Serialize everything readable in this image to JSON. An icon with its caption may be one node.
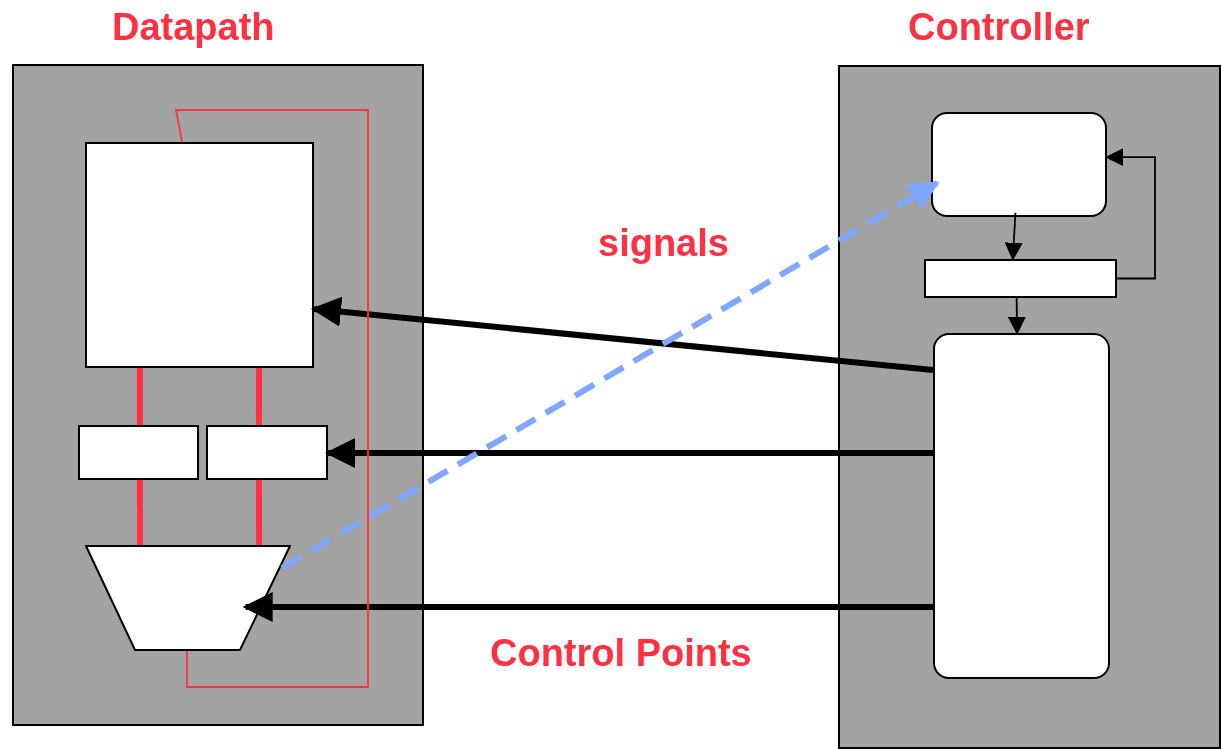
{
  "diagram": {
    "nodes": [
      {
        "text": [
          "Datapath"
        ]
      },
      {
        "text": [
          "Controller"
        ]
      },
      {
        "text": [],
        "shape": "box",
        "in": 0
      },
      {
        "text": [],
        "shape": "box",
        "in": 0
      },
      {
        "text": [],
        "shape": "box",
        "in": 0
      },
      {
        "text": [],
        "shape": "trapezoid",
        "in": 0
      },
      {
        "text": [],
        "shape": "box",
        "in": 1
      },
      {
        "text": [],
        "shape": "bar",
        "in": 1
      },
      {
        "text": [],
        "shape": "box",
        "in": 1
      }
    ],
    "edges": [
      {
        "from": 8,
        "to": 2,
        "arrow": "to"
      },
      {
        "from": 8,
        "to": 4,
        "arrow": "to"
      },
      {
        "from": 8,
        "to": 5,
        "arrow": "to"
      },
      {
        "from": 5,
        "to": 6,
        "arrow": "to",
        "style": "dashed",
        "color": "#7fa7ff",
        "label": "signals"
      },
      {
        "from": 6,
        "to": 7,
        "arrow": "to"
      },
      {
        "from": 7,
        "to": 8,
        "arrow": "to"
      },
      {
        "from": 7,
        "to": 6,
        "arrow": "to"
      },
      {
        "from": 2,
        "to": 3,
        "arrow": "none",
        "color": "#ff3040"
      },
      {
        "from": 2,
        "to": 4,
        "arrow": "none",
        "color": "#ff3040"
      },
      {
        "from": 3,
        "to": 5,
        "arrow": "none",
        "color": "#ff3040"
      },
      {
        "from": 4,
        "to": 5,
        "arrow": "none",
        "color": "#ff3040"
      },
      {
        "from": 5,
        "to": 2,
        "arrow": "none",
        "color": "#ff3040"
      }
    ],
    "labels": [
      "Control Points"
    ]
  }
}
